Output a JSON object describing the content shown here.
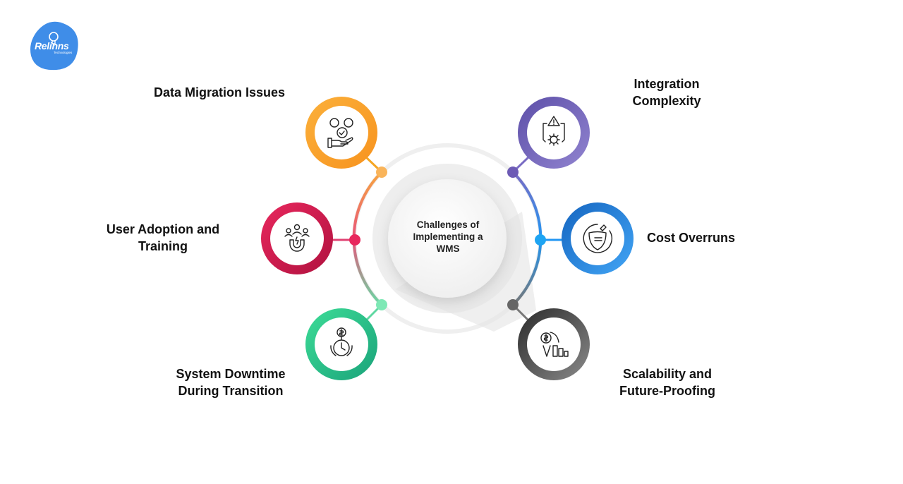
{
  "logo": {
    "brand_name": "Relinns",
    "subtitle": "Technologies",
    "color": "#3f8de8"
  },
  "center": {
    "lines": [
      "Challenges of",
      "Implementing a",
      "WMS"
    ]
  },
  "items": [
    {
      "id": "data-migration",
      "label_lines": [
        "Data Migration Issues"
      ],
      "color": "#f5a623",
      "icon": "hand-holding-feedback-icon"
    },
    {
      "id": "user-adoption",
      "label_lines": [
        "User Adoption and",
        "Training"
      ],
      "color": "#d81b4f",
      "icon": "users-magnet-icon"
    },
    {
      "id": "system-downtime",
      "label_lines": [
        "System Downtime",
        "During Transition"
      ],
      "color": "#3ccf8e",
      "icon": "money-clock-icon"
    },
    {
      "id": "integration",
      "label_lines": [
        "Integration",
        "Complexity"
      ],
      "color": "#6d5bb5",
      "icon": "warning-gear-cycle-icon"
    },
    {
      "id": "cost-overruns",
      "label_lines": [
        "Cost Overruns"
      ],
      "color": "#1e88e5",
      "icon": "shield-money-icon"
    },
    {
      "id": "scalability",
      "label_lines": [
        "Scalability and",
        "Future-Proofing"
      ],
      "color": "#555555",
      "icon": "declining-cost-chart-icon"
    }
  ]
}
